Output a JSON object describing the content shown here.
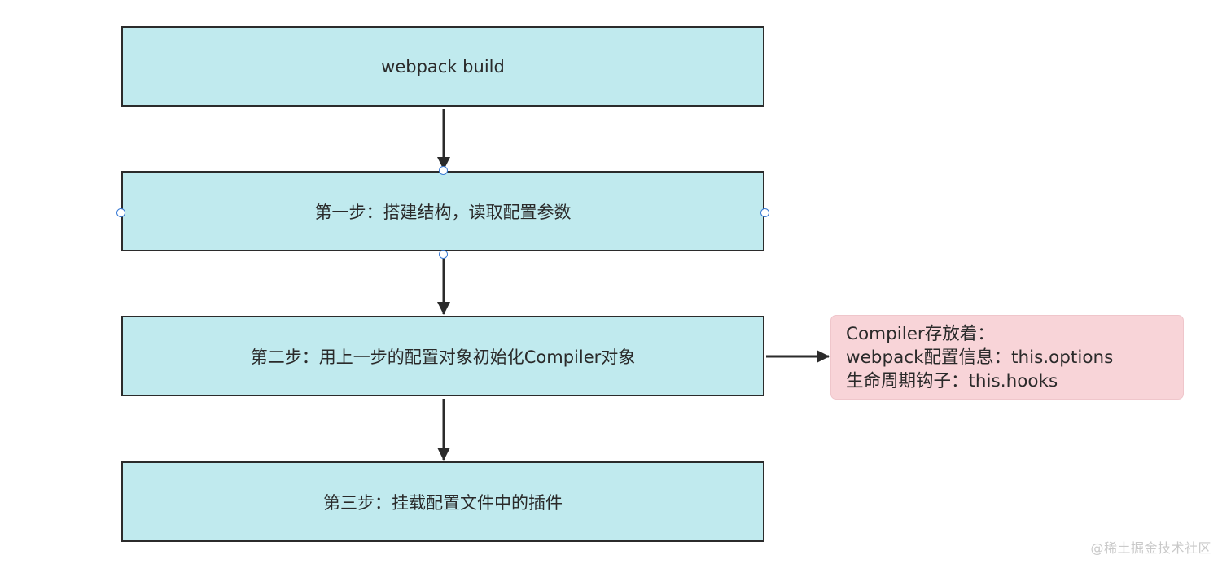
{
  "diagram": {
    "steps": [
      {
        "label": "webpack build"
      },
      {
        "label": "第一步：搭建结构，读取配置参数"
      },
      {
        "label": "第二步：用上一步的配置对象初始化Compiler对象"
      },
      {
        "label": "第三步：挂载配置文件中的插件"
      }
    ],
    "note": {
      "lines": [
        "Compiler存放着：",
        "webpack配置信息：this.options",
        "生命周期钩子：this.hooks"
      ]
    },
    "watermark": "@稀土掘金技术社区"
  },
  "colors": {
    "step_fill": "#c0eaee",
    "step_border": "#2b2b2b",
    "note_fill": "#f8d4d8",
    "arrow": "#2b2b2b",
    "handle_border": "#3a7bd5"
  }
}
